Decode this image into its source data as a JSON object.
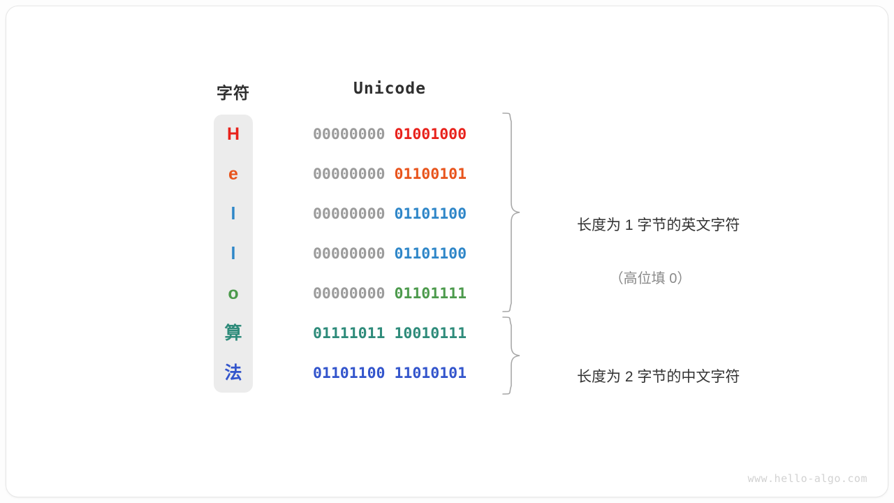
{
  "figure": {
    "watermark": "www.hello-algo.com",
    "colors": {
      "background": "#ffffff",
      "card_border": "#e6e6e6",
      "char_column_bg": "#ececec",
      "high_byte_gray": "#9b9b9b",
      "header_text": "#2f2f2f",
      "annotation_text": "#333333",
      "annotation_sub_text": "#8a8a8a",
      "brace_stroke": "#a8a8a8",
      "watermark_text": "#d2d2d2"
    }
  },
  "headers": {
    "character": "字符",
    "encoding": "Unicode"
  },
  "rows": [
    {
      "char": "H",
      "color": "#e8221c",
      "high_byte": "00000000",
      "low_byte": "01001000",
      "high_byte_colored": false
    },
    {
      "char": "e",
      "color": "#e8541c",
      "high_byte": "00000000",
      "low_byte": "01100101",
      "high_byte_colored": false
    },
    {
      "char": "l",
      "color": "#2e86c8",
      "high_byte": "00000000",
      "low_byte": "01101100",
      "high_byte_colored": false
    },
    {
      "char": "l",
      "color": "#2e86c8",
      "high_byte": "00000000",
      "low_byte": "01101100",
      "high_byte_colored": false
    },
    {
      "char": "o",
      "color": "#4c9a4c",
      "high_byte": "00000000",
      "low_byte": "01101111",
      "high_byte_colored": false
    },
    {
      "char": "算",
      "color": "#2e8b7a",
      "high_byte": "01111011",
      "low_byte": "10010111",
      "high_byte_colored": true
    },
    {
      "char": "法",
      "color": "#3355cc",
      "high_byte": "01101100",
      "low_byte": "11010101",
      "high_byte_colored": true
    }
  ],
  "annotations": [
    {
      "main": "长度为 1 字节的英文字符",
      "sub": "（高位填 0）",
      "spans_rows": [
        0,
        4
      ]
    },
    {
      "main": "长度为 2 字节的中文字符",
      "sub": "",
      "spans_rows": [
        5,
        6
      ]
    }
  ]
}
